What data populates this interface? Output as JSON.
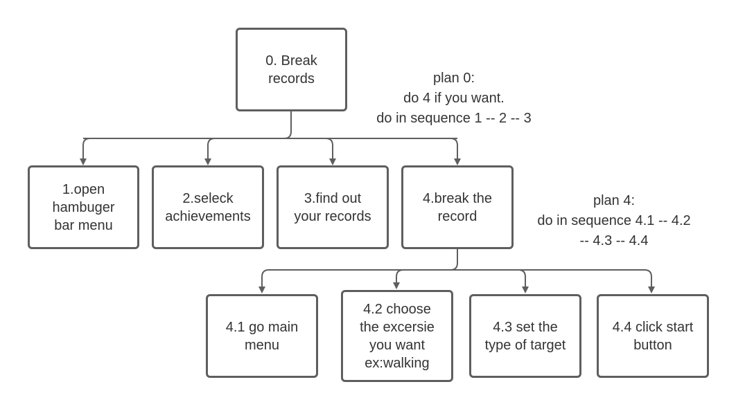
{
  "colors": {
    "line": "#5e5e5e",
    "text": "#333333",
    "background": "#ffffff"
  },
  "root": {
    "lines": [
      "0. Break",
      "records"
    ]
  },
  "plan0": {
    "lines": [
      "plan 0:",
      "do 4 if you want.",
      "do in sequence 1 -- 2 -- 3"
    ]
  },
  "level1": [
    {
      "lines": [
        "1.open",
        "hambuger",
        "bar menu"
      ]
    },
    {
      "lines": [
        "2.seleck",
        "achievements"
      ]
    },
    {
      "lines": [
        "3.find out",
        "your records"
      ]
    },
    {
      "lines": [
        "4.break the",
        "record"
      ]
    }
  ],
  "plan4": {
    "lines": [
      "plan 4:",
      "do in sequence 4.1 -- 4.2",
      "-- 4.3 -- 4.4"
    ]
  },
  "level2": [
    {
      "lines": [
        "4.1 go main",
        "menu"
      ]
    },
    {
      "lines": [
        "4.2 choose",
        "the excersie",
        "you want",
        "ex:walking"
      ]
    },
    {
      "lines": [
        "4.3 set the",
        "type of target"
      ]
    },
    {
      "lines": [
        "4.4 click start",
        "button"
      ]
    }
  ]
}
